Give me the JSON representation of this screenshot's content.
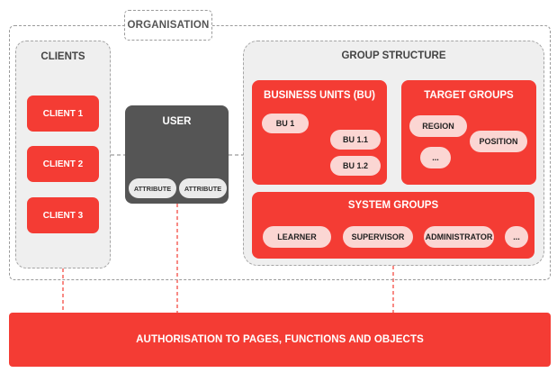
{
  "organisation": {
    "label": "ORGANISATION"
  },
  "clients": {
    "title": "CLIENTS",
    "items": [
      "CLIENT 1",
      "CLIENT 2",
      "CLIENT 3"
    ]
  },
  "user": {
    "title": "USER",
    "attributes": [
      "ATTRIBUTE",
      "ATTRIBUTE"
    ]
  },
  "group_structure": {
    "title": "GROUP STRUCTURE",
    "business_units": {
      "title": "BUSINESS UNITS (BU)",
      "items": [
        "BU 1",
        "BU 1.1",
        "BU 1.2"
      ]
    },
    "target_groups": {
      "title": "TARGET GROUPS",
      "items": [
        "REGION",
        "POSITION",
        "..."
      ]
    },
    "system_groups": {
      "title": "SYSTEM GROUPS",
      "items": [
        "LEARNER",
        "SUPERVISOR",
        "ADMINISTRATOR",
        "..."
      ]
    }
  },
  "authorisation": {
    "label": "AUTHORISATION TO PAGES, FUNCTIONS AND OBJECTS"
  },
  "colors": {
    "accent_red": "#f43c34",
    "pill_pink": "#fbd6d3",
    "user_dark": "#555555",
    "panel_gray": "#efefef"
  }
}
